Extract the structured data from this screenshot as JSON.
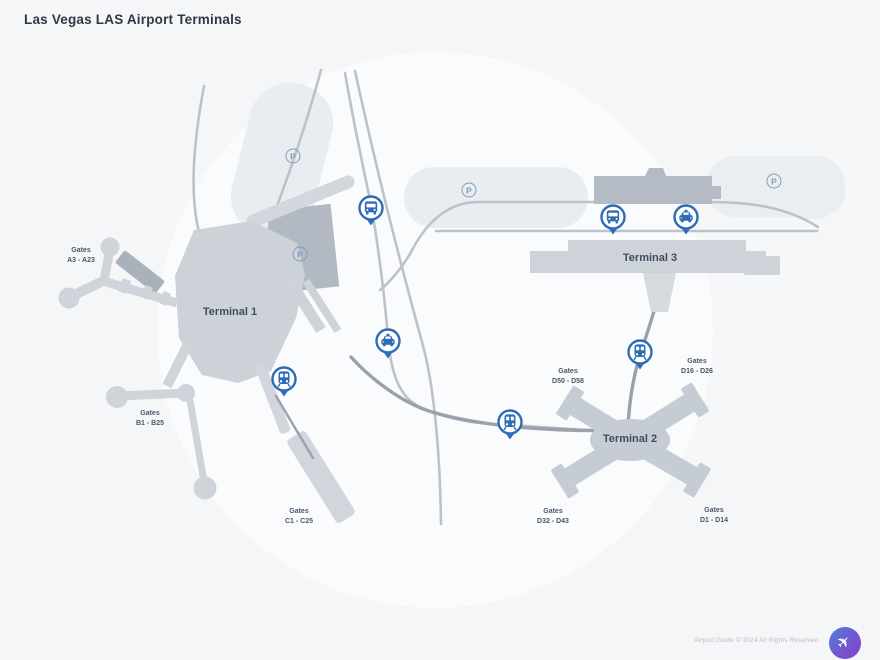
{
  "title": "Las Vegas LAS Airport Terminals",
  "map": {
    "parking_label": "P",
    "terminals": [
      {
        "name": "Terminal 1"
      },
      {
        "name": "Terminal 2"
      },
      {
        "name": "Terminal 3"
      }
    ],
    "gates": [
      {
        "label": "Gates",
        "range": "A3 - A23"
      },
      {
        "label": "Gates",
        "range": "B1 - B25"
      },
      {
        "label": "Gates",
        "range": "C1 - C25"
      },
      {
        "label": "Gates",
        "range": "D50 - D58"
      },
      {
        "label": "Gates",
        "range": "D16 - D26"
      },
      {
        "label": "Gates",
        "range": "D32 - D43"
      },
      {
        "label": "Gates",
        "range": "D1 - D14"
      }
    ],
    "markers": {
      "train_station_pins": 3,
      "bus_stop_pins": 2,
      "taxi_stand_pins": 2,
      "parking_markers": 4
    }
  },
  "colors": {
    "background": "#f5f6f8",
    "pin_blue": "#2e6db6",
    "parking_blue": "#7e9cbe",
    "building_gray": "#cdd2d9",
    "garage_gray": "#b4bac3",
    "road_gray": "#bdc2c9",
    "badge_gradient_start": "#4a80d8",
    "badge_gradient_end": "#8f38ca"
  },
  "footer": {
    "copyright": "Airport Guide © 2024 All Rights Reserved.",
    "plane_glyph": "✈"
  }
}
